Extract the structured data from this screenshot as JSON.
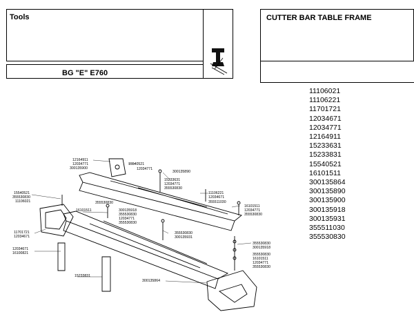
{
  "header": {
    "tools_label": "Tools",
    "model_label": "BG \"E\" E760",
    "section_title": "CUTTER BAR TABLE FRAME"
  },
  "icons": {
    "tool_icon": "hand-tool-icon"
  },
  "part_numbers": [
    "11106021",
    "11106221",
    "11701721",
    "12034671",
    "12034771",
    "12164911",
    "15233631",
    "15233831",
    "15540521",
    "16101511",
    "300135864",
    "300135890",
    "300135900",
    "300135918",
    "300135931",
    "355511030",
    "355530830"
  ],
  "diagram_labels": {
    "l1": "12164911",
    "l2": "12034771",
    "l3": "300135900",
    "l4": "15540521",
    "l5": "12034771",
    "l6": "300135890",
    "l7": "15233631",
    "l8": "12034771",
    "l9": "355530830",
    "l10": "15540521",
    "l11": "355530830",
    "l12": "11106021",
    "l13": "355530830",
    "l14": "16101511",
    "l15": "300135918",
    "l16": "355530830",
    "l17": "12034771",
    "l18": "355530830",
    "l19": "11106221",
    "l20": "12034671",
    "l21": "355511030",
    "l22": "16101511",
    "l23": "12034771",
    "l24": "355530830",
    "l25": "11701721",
    "l26": "12034671",
    "l27": "12034671",
    "l28": "16100821",
    "l29": "355530830",
    "l30": "300135931",
    "l31": "355530830",
    "l32": "300135918",
    "l33": "355530830",
    "l34": "16101511",
    "l35": "12034771",
    "l36": "355530830",
    "l37": "15233831",
    "l38": "300135864"
  }
}
